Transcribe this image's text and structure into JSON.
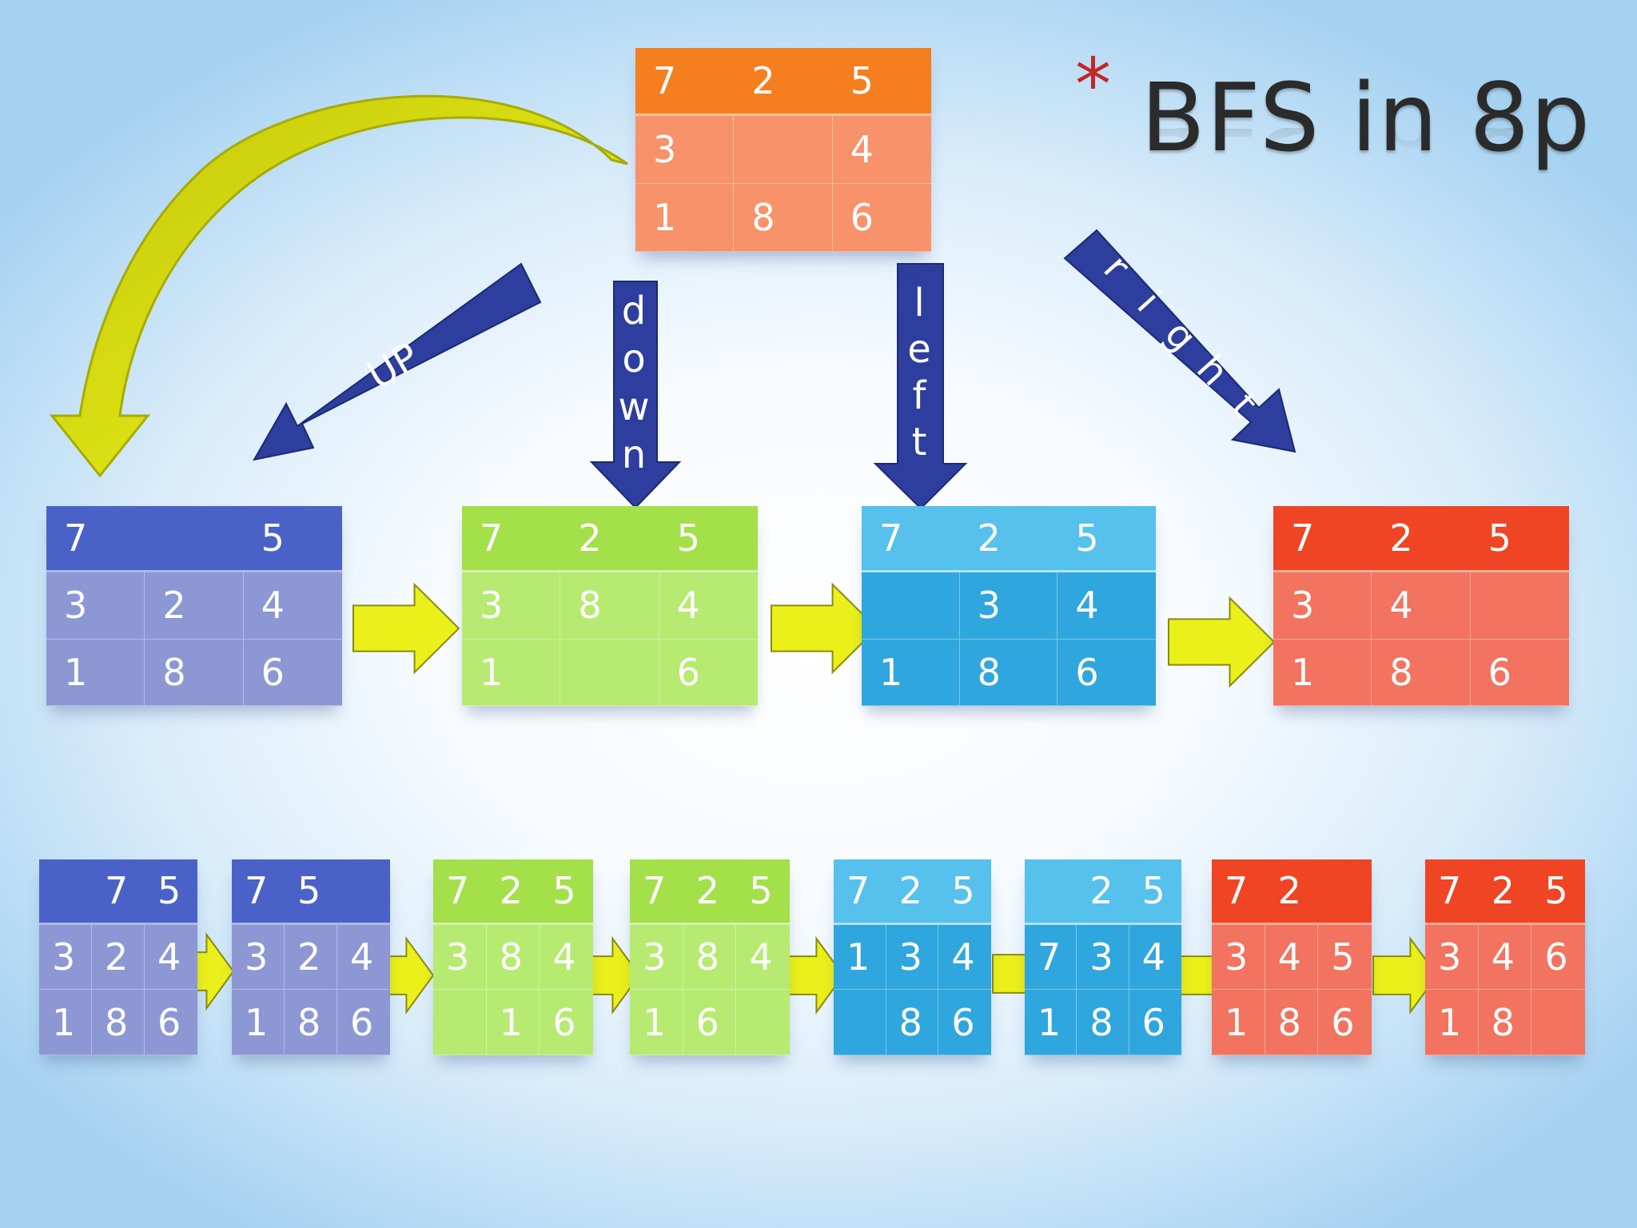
{
  "title": {
    "asterisk": "*",
    "text": "BFS in 8p"
  },
  "colors": {
    "orange": {
      "head": "#f57e1f",
      "body": "#f7926a"
    },
    "blue": {
      "head": "#4a62c8",
      "body": "#8c97d4"
    },
    "green": {
      "head": "#a3e049",
      "body": "#b6ea71"
    },
    "cyan": {
      "head": "#55c1ec",
      "body": "#2fa6dd"
    },
    "red": {
      "head": "#ef4524",
      "body": "#f2735f"
    },
    "move_arrow": "#2d3e9e",
    "step_arrow": "#ecf01a",
    "loop_arrow": "#d2dc0c"
  },
  "moves": {
    "up": "UP",
    "down": "down",
    "left": "left",
    "right": "right"
  },
  "root": {
    "color": "orange",
    "cells": [
      "7",
      "2",
      "5",
      "3",
      "",
      "4",
      "1",
      "8",
      "6"
    ]
  },
  "level1": [
    {
      "color": "blue",
      "cells": [
        "7",
        "",
        "5",
        "3",
        "2",
        "4",
        "1",
        "8",
        "6"
      ]
    },
    {
      "color": "green",
      "cells": [
        "7",
        "2",
        "5",
        "3",
        "8",
        "4",
        "1",
        "",
        "6"
      ]
    },
    {
      "color": "cyan",
      "cells": [
        "7",
        "2",
        "5",
        "",
        "3",
        "4",
        "1",
        "8",
        "6"
      ]
    },
    {
      "color": "red",
      "cells": [
        "7",
        "2",
        "5",
        "3",
        "4",
        "",
        "1",
        "8",
        "6"
      ]
    }
  ],
  "level2": [
    {
      "color": "blue",
      "cells": [
        "",
        "7",
        "5",
        "3",
        "2",
        "4",
        "1",
        "8",
        "6"
      ]
    },
    {
      "color": "blue",
      "cells": [
        "7",
        "5",
        "",
        "3",
        "2",
        "4",
        "1",
        "8",
        "6"
      ]
    },
    {
      "color": "green",
      "cells": [
        "7",
        "2",
        "5",
        "3",
        "8",
        "4",
        "",
        "1",
        "6"
      ]
    },
    {
      "color": "green",
      "cells": [
        "7",
        "2",
        "5",
        "3",
        "8",
        "4",
        "1",
        "6",
        ""
      ]
    },
    {
      "color": "cyan",
      "cells": [
        "7",
        "2",
        "5",
        "1",
        "3",
        "4",
        "",
        "8",
        "6"
      ]
    },
    {
      "color": "cyan",
      "cells": [
        "",
        "2",
        "5",
        "7",
        "3",
        "4",
        "1",
        "8",
        "6"
      ]
    },
    {
      "color": "red",
      "cells": [
        "7",
        "2",
        "",
        "3",
        "4",
        "5",
        "1",
        "8",
        "6"
      ]
    },
    {
      "color": "red",
      "cells": [
        "7",
        "2",
        "5",
        "3",
        "4",
        "6",
        "1",
        "8",
        ""
      ]
    }
  ]
}
